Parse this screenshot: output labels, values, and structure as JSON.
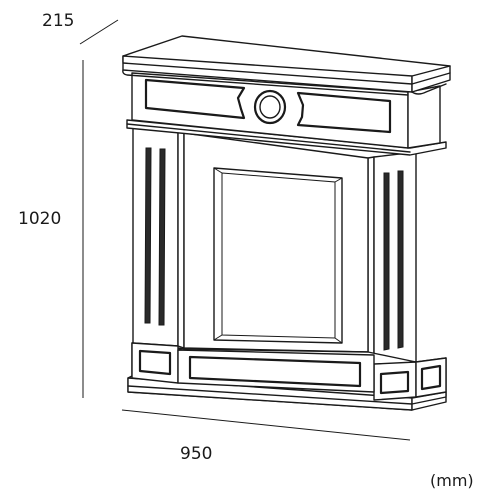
{
  "dimensions": {
    "depth": "215",
    "height": "1020",
    "width": "950",
    "unit": "(mm)"
  }
}
